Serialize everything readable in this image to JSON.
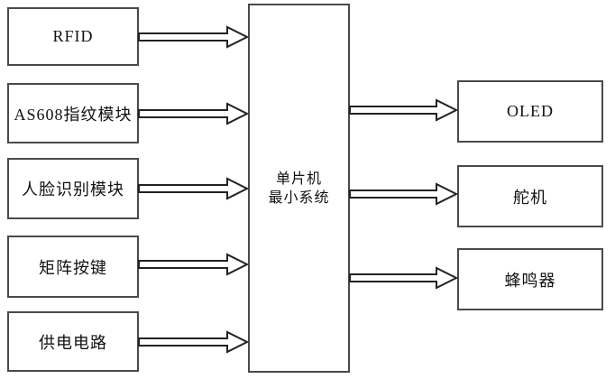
{
  "diagram": {
    "center_box": {
      "line1": "单片机",
      "line2": "最小系统"
    },
    "inputs": [
      {
        "label": "RFID"
      },
      {
        "label": "AS608指纹模块"
      },
      {
        "label": "人脸识别模块"
      },
      {
        "label": "矩阵按键"
      },
      {
        "label": "供电电路"
      }
    ],
    "outputs": [
      {
        "label": "OLED"
      },
      {
        "label": "舵机"
      },
      {
        "label": "蜂鸣器"
      }
    ],
    "colors": {
      "background": "#ffffff",
      "box_border": "#4a4a4a",
      "arrow_outline": "#222222",
      "text": "#111111"
    }
  }
}
